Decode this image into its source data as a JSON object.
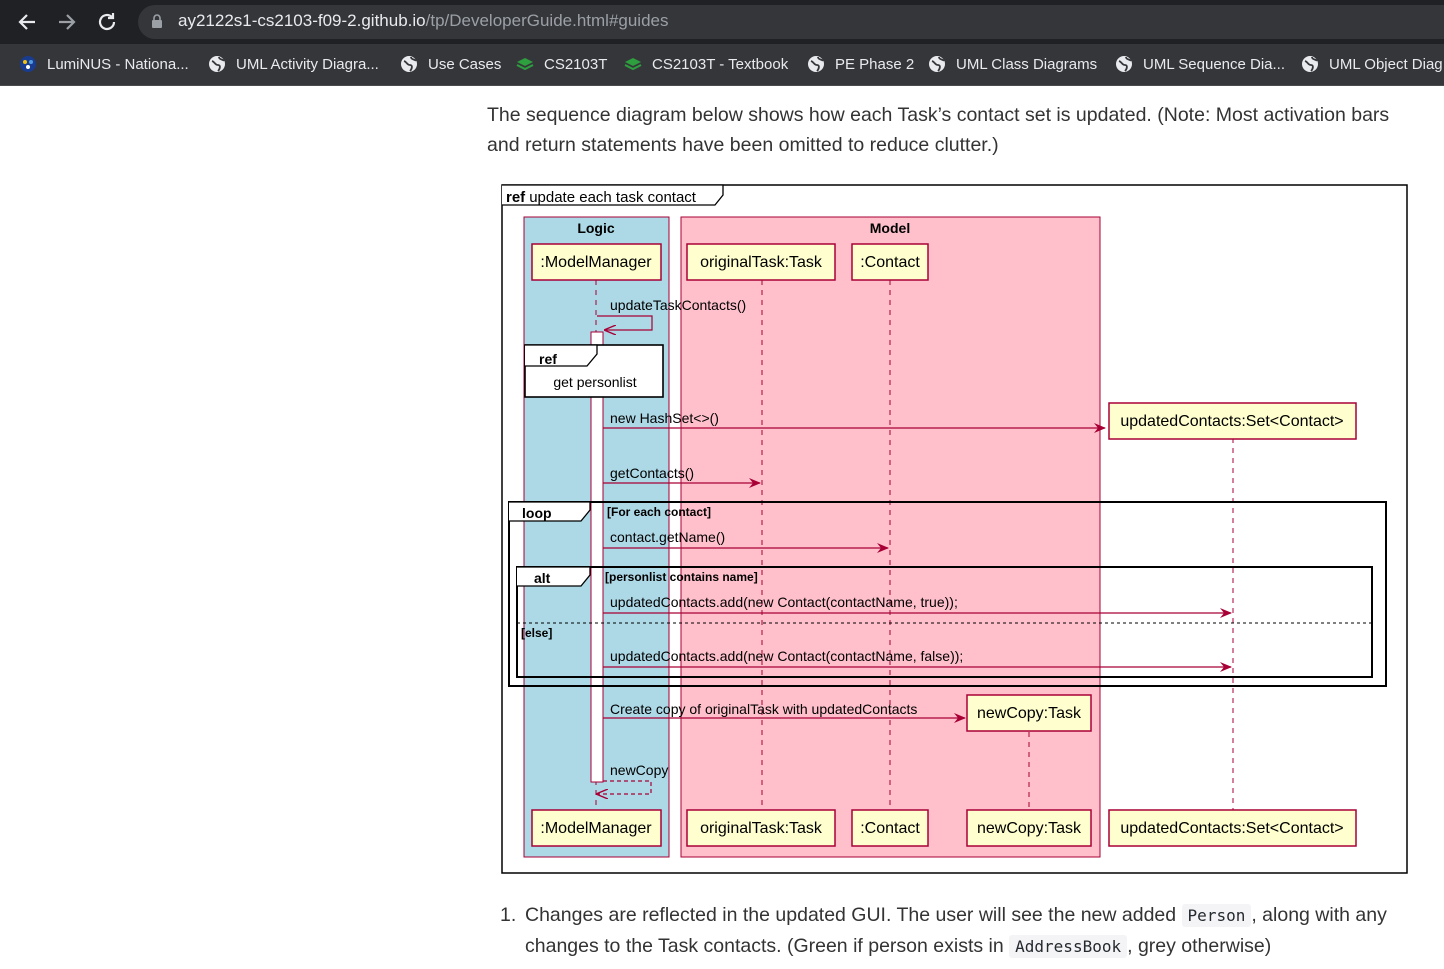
{
  "browser": {
    "url_host": "ay2122s1-cs2103-f09-2.github.io",
    "url_path": "/tp/DeveloperGuide.html#guides",
    "back_icon": "arrow-left-icon",
    "forward_icon": "arrow-right-icon",
    "reload_icon": "reload-icon",
    "lock_icon": "lock-icon",
    "bookmarks": [
      {
        "label": "LumiNUS - Nationa...",
        "icon": "luminus-icon"
      },
      {
        "label": "UML Activity Diagra...",
        "icon": "globe-icon"
      },
      {
        "label": "Use Cases",
        "icon": "globe-icon"
      },
      {
        "label": "CS2103T",
        "icon": "stack-icon"
      },
      {
        "label": "CS2103T - Textbook",
        "icon": "stack-icon"
      },
      {
        "label": "PE Phase 2",
        "icon": "globe-icon"
      },
      {
        "label": "UML Class Diagrams",
        "icon": "globe-icon"
      },
      {
        "label": "UML Sequence Dia...",
        "icon": "globe-icon"
      },
      {
        "label": "UML Object Diag",
        "icon": "globe-icon"
      }
    ]
  },
  "page": {
    "intro": "The sequence diagram below shows how each Task’s contact set is updated. (Note: Most activation bars and return statements have been omitted to reduce clutter.)",
    "list_number": "1.",
    "list_text_1": "Changes are reflected in the updated GUI. The user will see the new added ",
    "list_code_1": "Person",
    "list_text_2": ", along with any changes to the Task contacts. (Green if person exists in ",
    "list_code_2": "AddressBook",
    "list_text_3": ", grey otherwise)"
  },
  "diagram": {
    "frame_keyword": "ref",
    "frame_title": "update each task contact",
    "box_logic": "Logic",
    "box_model": "Model",
    "p_modelmanager": ":ModelManager",
    "p_originaltask": "originalTask:Task",
    "p_contact": ":Contact",
    "p_newcopy": "newCopy:Task",
    "p_updatedcontacts": "updatedContacts:Set<Contact>",
    "msg_update": "updateTaskContacts()",
    "ref_keyword": "ref",
    "ref_text": "get personlist",
    "msg_hashset": "new HashSet<>()",
    "msg_getcontacts": "getContacts()",
    "loop_keyword": "loop",
    "loop_guard": "[For each contact]",
    "msg_getname": "contact.getName()",
    "alt_keyword": "alt",
    "alt_guard": "[personlist contains name]",
    "msg_add_true": "updatedContacts.add(new Contact(contactName, true));",
    "else_guard": "[else]",
    "msg_add_false": "updatedContacts.add(new Contact(contactName, false));",
    "msg_create": "Create copy of originalTask with updatedContacts",
    "msg_return": "newCopy",
    "colors": {
      "logic_box": "#add8e6",
      "model_box": "#ffc0cb",
      "participant_fill": "#fefece",
      "participant_border": "#a80036",
      "arrow": "#a80036"
    }
  }
}
